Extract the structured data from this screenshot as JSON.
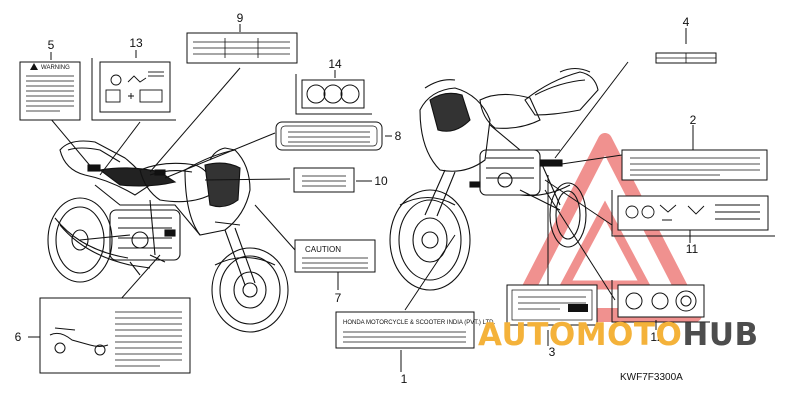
{
  "diagram": {
    "callouts": [
      "1",
      "2",
      "3",
      "4",
      "5",
      "6",
      "7",
      "8",
      "9",
      "10",
      "11",
      "12",
      "13",
      "14"
    ],
    "caution_label": "CAUTION",
    "warning_label": "WARNING",
    "india_label": "HONDA MOTORCYCLE & SCOOTER INDIA (PVT.) LTD.",
    "drawing_code": "KWF7F3300A"
  },
  "watermark": {
    "part_a": "AUTOMOTO",
    "part_b": "HUB",
    "accent_color": "#f4b23a",
    "dark_color": "#4d4d4d",
    "triangle_color": "#e53935"
  }
}
